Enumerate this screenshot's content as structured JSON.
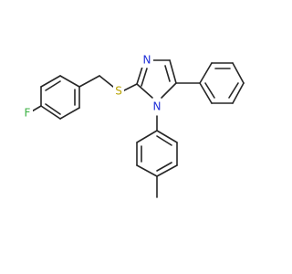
{
  "molecule": {
    "bond_color": "#262626",
    "atom_labels": {
      "fluorine": {
        "text": "F",
        "color": "#3bb143"
      },
      "sulfur": {
        "text": "S",
        "color": "#b8a200"
      },
      "imine_nitrogen": {
        "text": "N",
        "color": "#1f2fd8"
      },
      "pyrrole_nitrogen": {
        "text": "N",
        "color": "#1f2fd8"
      }
    }
  }
}
